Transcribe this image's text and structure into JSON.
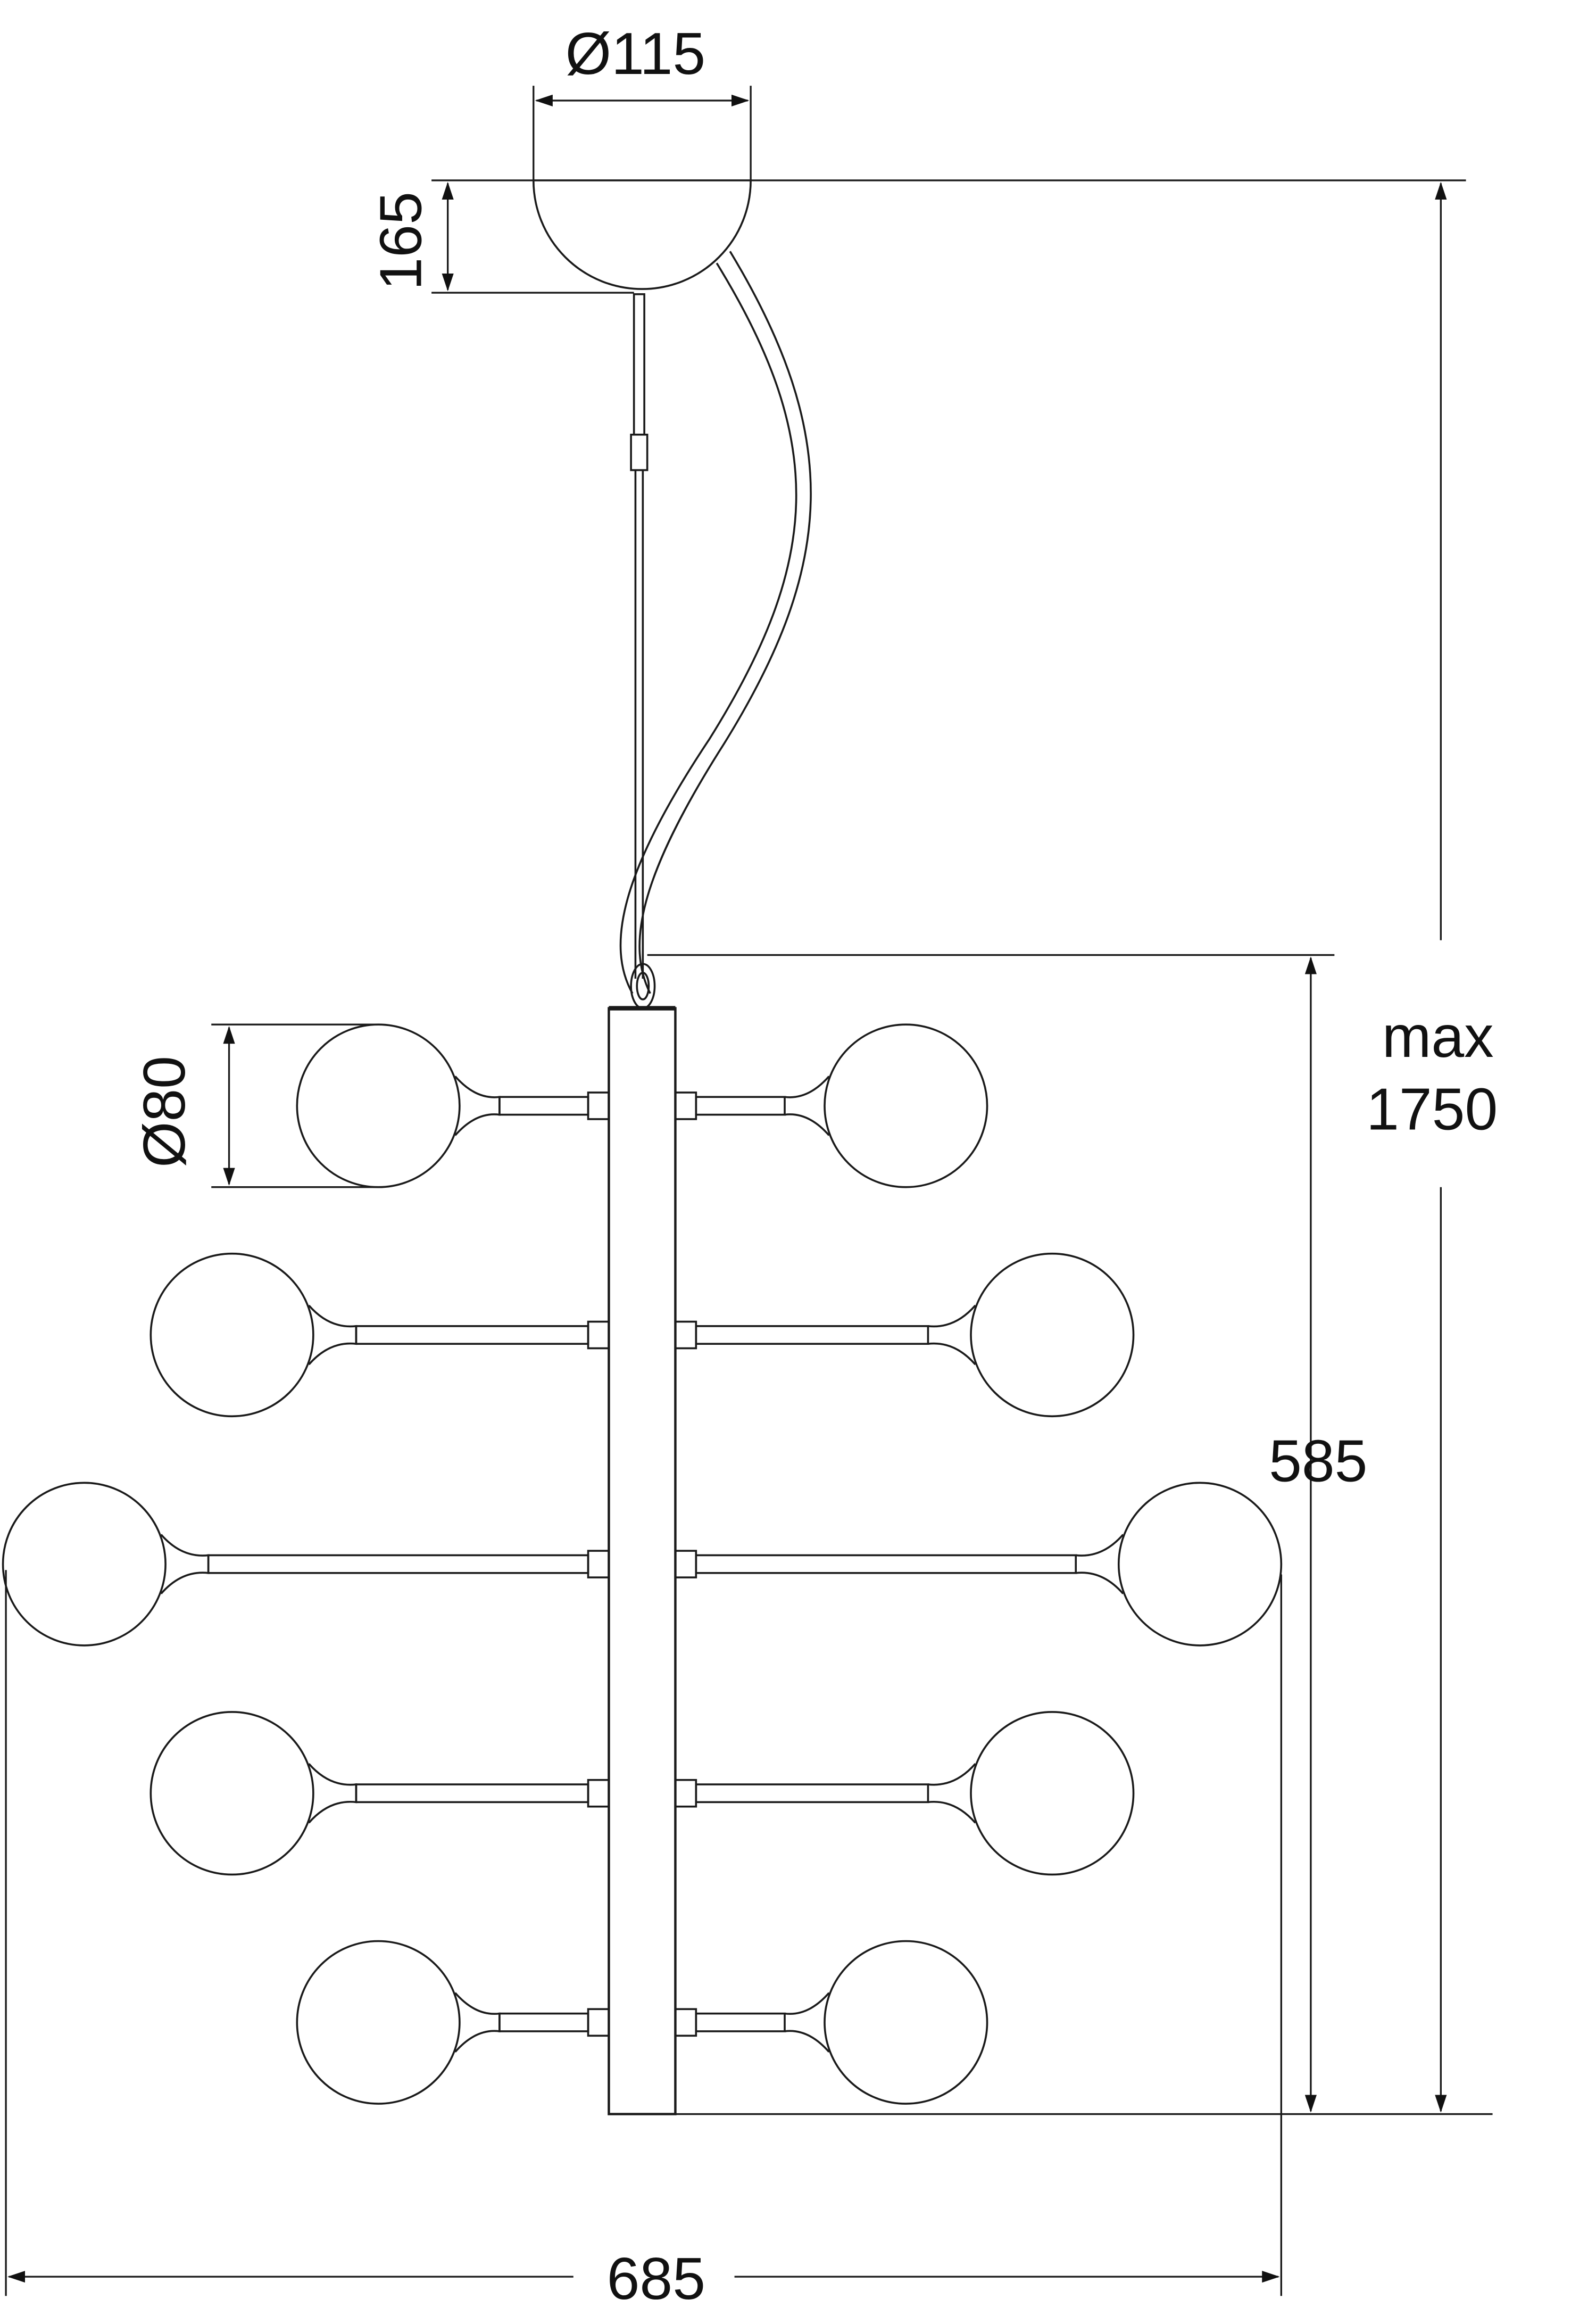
{
  "colors": {
    "line": "#1a1a1a",
    "background": "#ffffff",
    "arrow": "#111111"
  },
  "dimensions": {
    "canopy_diameter": "Ø115",
    "canopy_height": "165",
    "globe_diameter": "Ø80",
    "body_height": "585",
    "max_height_word": "max",
    "max_height_value": "1750",
    "total_width": "685"
  }
}
